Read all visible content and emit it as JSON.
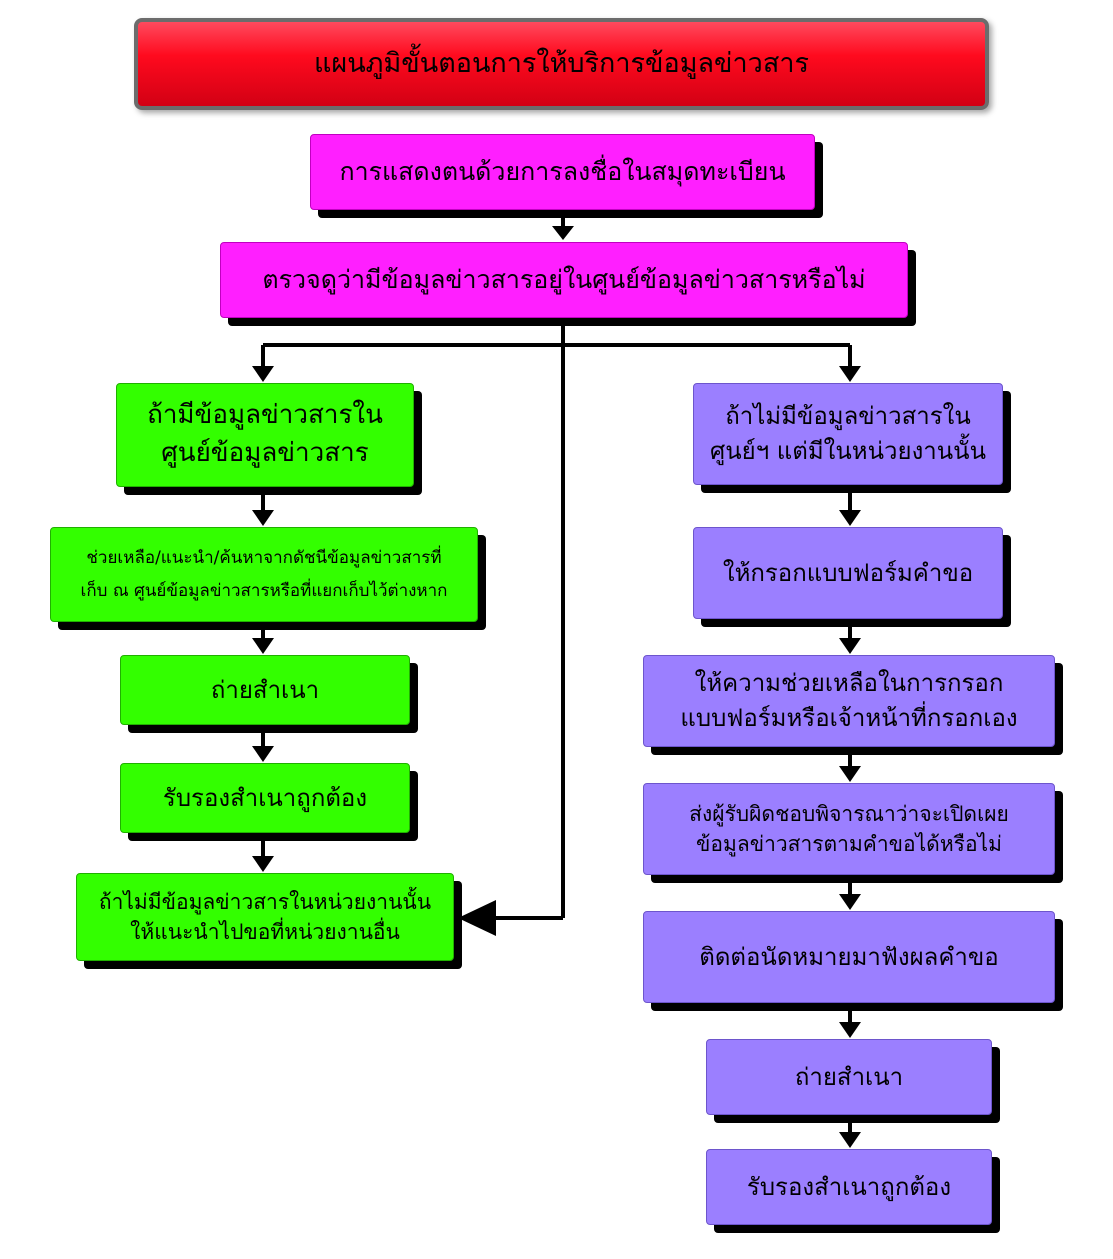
{
  "title": "แผนภูมิขั้นตอนการให้บริการข้อมูลข่าวสาร",
  "top_steps": [
    "การแสดงตนด้วยการลงชื่อในสมุดทะเบียน",
    "ตรวจดูว่ามีข้อมูลข่าวสารอยู่ในศูนย์ข้อมูลข่าวสารหรือไม่"
  ],
  "left_branch": {
    "header": [
      "ถ้ามีข้อมูลข่าวสารใน",
      "ศูนย์ข้อมูลข่าวสาร"
    ],
    "step_help": [
      "ช่วยเหลือ/แนะนำ/ค้นหาจากดัชนีข้อมูลข่าวสารที่",
      "เก็บ ณ ศูนย์ข้อมูลข่าวสารหรือที่แยกเก็บไว้ต่างหาก"
    ],
    "step_copy": "ถ่ายสำเนา",
    "step_certify": "รับรองสำเนาถูกต้อง",
    "step_other": [
      "ถ้าไม่มีข้อมูลข่าวสารในหน่วยงานนั้น",
      "ให้แนะนำไปขอที่หน่วยงานอื่น"
    ]
  },
  "right_branch": {
    "header": [
      "ถ้าไม่มีข้อมูลข่าวสารใน",
      "ศูนย์ฯ แต่มีในหน่วยงานนั้น"
    ],
    "step_form": "ให้กรอกแบบฟอร์มคำขอ",
    "step_assist": [
      "ให้ความช่วยเหลือในการกรอก",
      "แบบฟอร์มหรือเจ้าหน้าที่กรอกเอง"
    ],
    "step_consider": [
      "ส่งผู้รับผิดชอบพิจารณาว่าจะเปิดเผย",
      "ข้อมูลข่าวสารตามคำขอได้หรือไม่"
    ],
    "step_appoint": "ติดต่อนัดหมายมาฟังผลคำขอ",
    "step_copy": "ถ่ายสำเนา",
    "step_certify": "รับรองสำเนาถูกต้อง"
  },
  "colors": {
    "title": "#ff0a1e",
    "top_steps": "#ff1fff",
    "left_branch": "#33ff00",
    "right_branch": "#9b7fff",
    "arrows": "#000000"
  }
}
